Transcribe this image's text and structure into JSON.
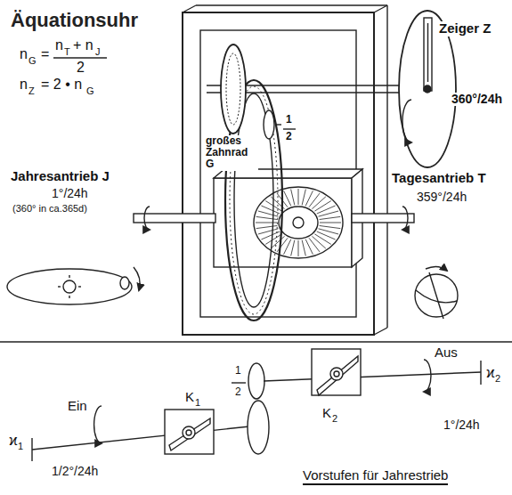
{
  "diagram": {
    "title": "Äquationsuhr",
    "labels": [
      "n",
      "G",
      "=",
      "n",
      "T",
      "+ n",
      "J",
      "2",
      "n",
      "Z",
      "= 2 • n",
      "G",
      "Zeiger Z",
      "360°/24h",
      "großes Zahnrad G",
      "1",
      "2",
      "Jahresantrieb J",
      "1°/24h",
      "(360° in ca.365d)",
      "Tagesantrieb T",
      "359°/24h",
      "Aus",
      "ϰ",
      "2",
      "Ein",
      "K",
      "1",
      "ϰ",
      "1",
      "1/2°/24h",
      "1",
      "2",
      "K",
      "2",
      "1°/24h",
      "Vorstufen für Jahrestrieb"
    ]
  }
}
